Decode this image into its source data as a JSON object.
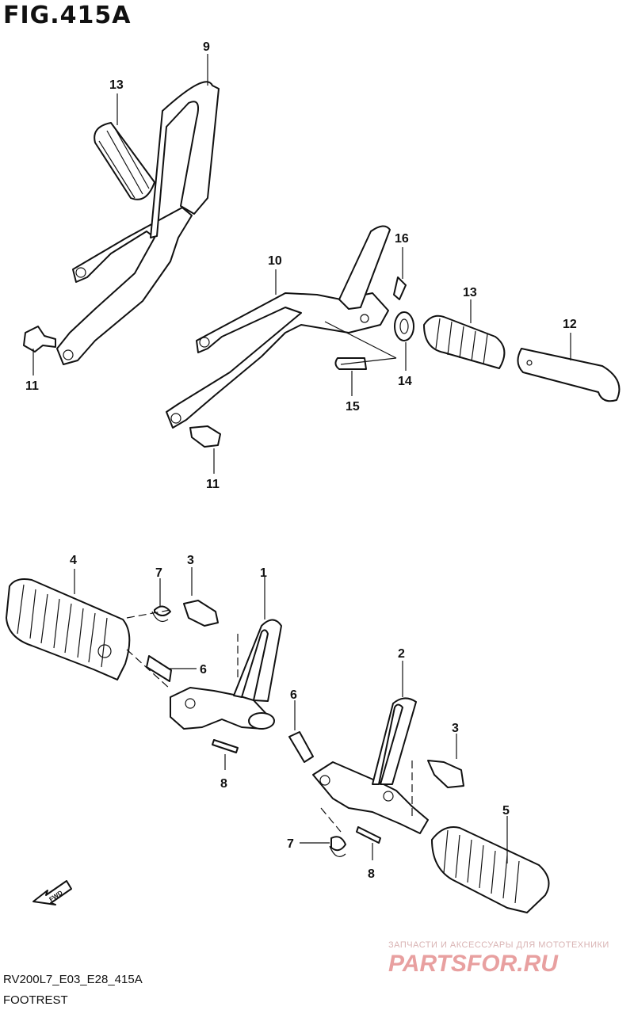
{
  "header": {
    "figure_label": "FIG.415A"
  },
  "callouts": [
    "1",
    "2",
    "3",
    "3",
    "4",
    "5",
    "6",
    "6",
    "7",
    "7",
    "8",
    "8",
    "9",
    "10",
    "11",
    "11",
    "12",
    "13",
    "13",
    "14",
    "15",
    "16"
  ],
  "fwd_label": "FWD",
  "footer": {
    "model_code": "RV200L7_E03_E28_415A",
    "section_name": "FOOTREST"
  },
  "watermark": {
    "tagline": "ЗАПЧАСТИ И АКСЕССУАРЫ ДЛЯ МОТОТЕХНИКИ",
    "brand": "PARTSFOR.RU",
    "brand_color": "#e8a0a0"
  }
}
